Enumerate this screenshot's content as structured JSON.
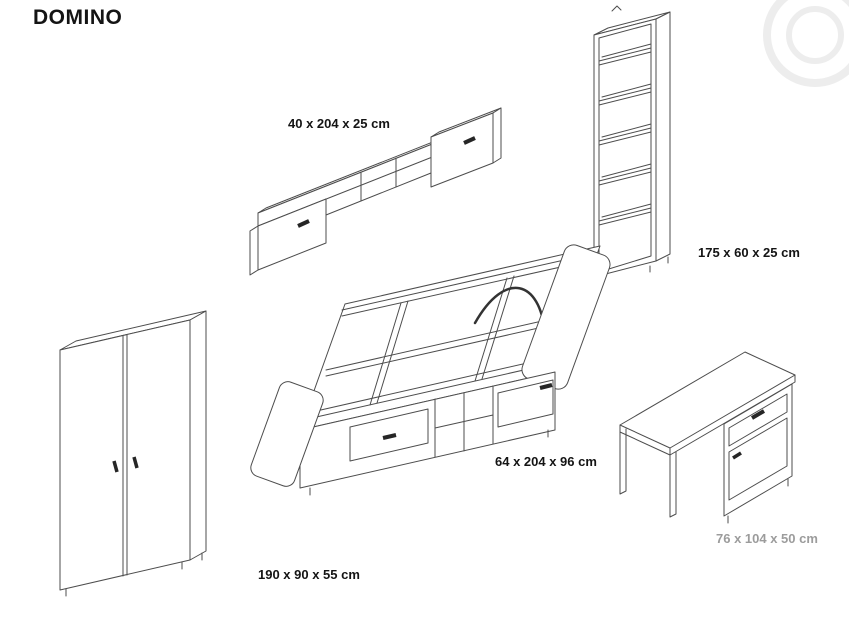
{
  "page": {
    "title": "DOMINO"
  },
  "items": [
    {
      "name": "wall-shelf-unit",
      "dimensions": "40 x 204 x 25 cm"
    },
    {
      "name": "bookcase",
      "dimensions": "175 x 60 x 25 cm"
    },
    {
      "name": "wardrobe",
      "dimensions": "190 x 90 x 55 cm"
    },
    {
      "name": "bed",
      "dimensions": "64 x 204 x 96 cm"
    },
    {
      "name": "desk",
      "dimensions": "76 x 104 x 50 cm"
    }
  ],
  "colors": {
    "label": "#141414",
    "label_muted": "#9c9c9c",
    "line": "#4d4d4d",
    "handle": "#262626",
    "watermark": "#ededed"
  }
}
